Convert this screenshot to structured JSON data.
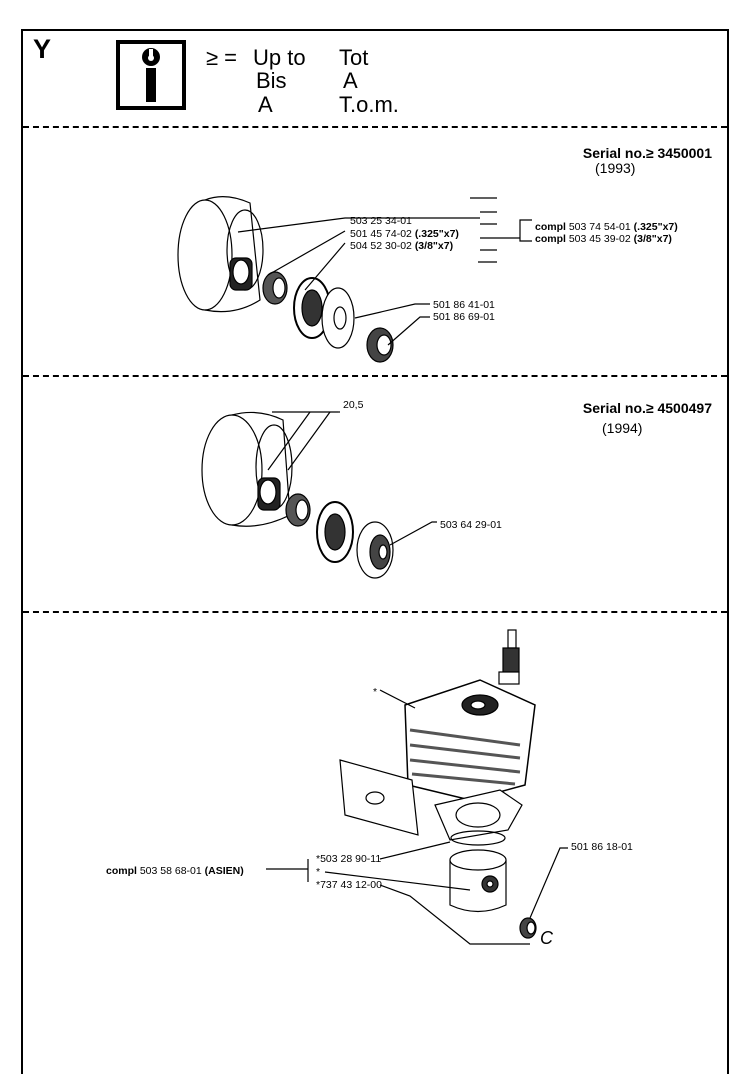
{
  "header": {
    "section_letter": "Y",
    "symbol": "≥ =",
    "lines": [
      {
        "col1": "Up to",
        "col2": "Tot"
      },
      {
        "col1": "Bis",
        "col2": "A"
      },
      {
        "col1": "A",
        "col2": "T.o.m."
      }
    ],
    "icon": "wrench-info-icon"
  },
  "section1": {
    "serial": "Serial no.≥ 3450001",
    "year": "(1993)",
    "parts": {
      "p1": "503 25 34-01",
      "p2_num": "501 45 74-02",
      "p2_spec": "(.325\"x7)",
      "p3_num": "504 52 30-02",
      "p3_spec": "(3/8\"x7)",
      "p4": "501 86 41-01",
      "p5": "501 86 69-01"
    },
    "compl": [
      {
        "label": "compl",
        "num": "503 74 54-01",
        "spec": "(.325\"x7)"
      },
      {
        "label": "compl",
        "num": "503 45 39-02",
        "spec": "(3/8\"x7)"
      }
    ]
  },
  "section2": {
    "serial": "Serial no.≥ 4500497",
    "year": "(1994)",
    "dimension": "20,5",
    "parts": {
      "p1": "503 64 29-01"
    }
  },
  "section3": {
    "asterisk_top": "*",
    "compl_label": "compl",
    "compl_num": "503 58 68-01",
    "compl_spec": "(ASIEN)",
    "parts": {
      "p1": "*503 28 90-11",
      "p2": "*",
      "p3": "*737 43 12-00",
      "p4": "501 86 18-01",
      "clip": "C"
    }
  }
}
